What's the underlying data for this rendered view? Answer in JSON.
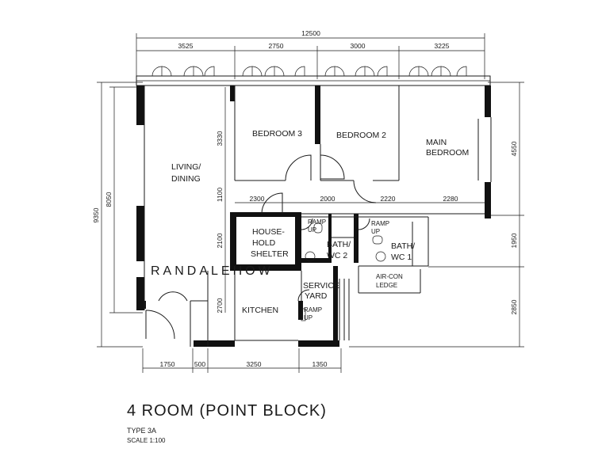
{
  "dimensions": {
    "overall_width": "12500",
    "top": [
      "3525",
      "2750",
      "3000",
      "3225"
    ],
    "left_overall": "9350",
    "left_sub": "8050",
    "right": [
      "4550",
      "1950",
      "2850"
    ],
    "inner_vertical": [
      "3330",
      "1100",
      "2100",
      "2700"
    ],
    "inner_horizontal": [
      "2300",
      "2000",
      "2220",
      "2280"
    ],
    "bottom": [
      "1750",
      "500",
      "3250",
      "1350"
    ]
  },
  "rooms": {
    "living_line1": "LIVING/",
    "living_line2": "DINING",
    "bedroom3": "BEDROOM 3",
    "bedroom2": "BEDROOM 2",
    "main_line1": "MAIN",
    "main_line2": "BEDROOM",
    "shelter_line1": "HOUSE-",
    "shelter_line2": "HOLD",
    "shelter_line3": "SHELTER",
    "bath2_line1": "BATH/",
    "bath2_line2": "WC 2",
    "bath1_line1": "BATH/",
    "bath1_line2": "WC 1",
    "service_line1": "SERVICE",
    "service_line2": "YARD",
    "kitchen": "KITCHEN",
    "aircon_line1": "AIR-CON",
    "aircon_line2": "LEDGE",
    "ramp_line1": "RAMP",
    "ramp_line2": "UP"
  },
  "watermark": "RANDALEHOW",
  "title": "4 ROOM (POINT BLOCK)",
  "type_label": "TYPE 3A",
  "scale_label": "SCALE 1:100"
}
